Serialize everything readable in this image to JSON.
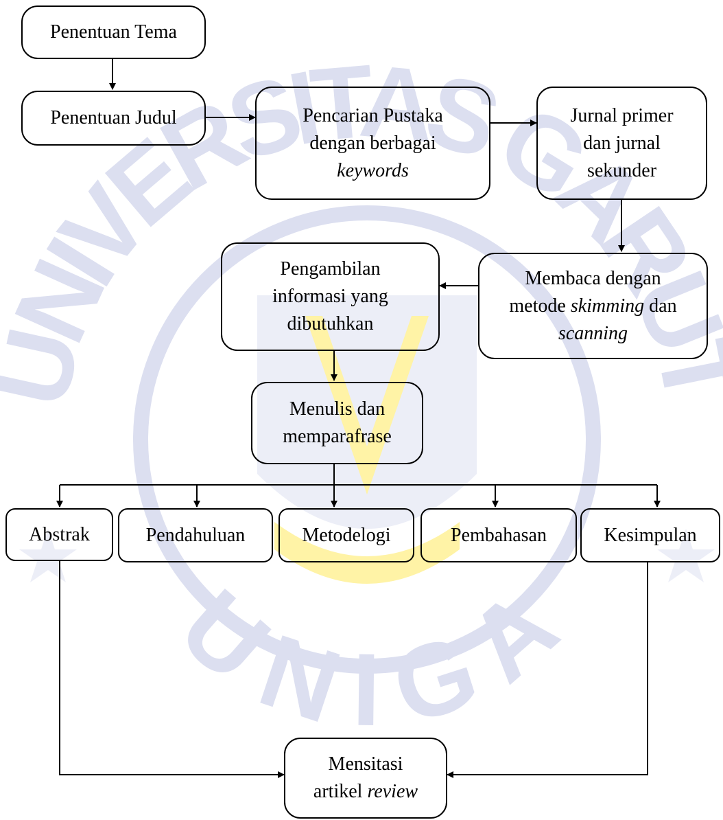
{
  "colors": {
    "watermark_fill": "#dcdff0",
    "watermark_accent": "#fff3a6",
    "stroke": "#000000",
    "text": "#000000"
  },
  "watermark": {
    "icon": "university-seal-icon",
    "top_arc_text": "UNIVERSITAS GARUT",
    "bottom_arc_text": "UNIGA"
  },
  "nodes": {
    "penentuan_tema": {
      "lines": [
        [
          "Penentuan Tema"
        ]
      ]
    },
    "penentuan_judul": {
      "lines": [
        [
          "Penentuan Judul"
        ]
      ]
    },
    "pencarian_pustaka": {
      "lines": [
        [
          "Pencarian Pustaka"
        ],
        [
          "dengan berbagai"
        ],
        [
          "",
          "keywords"
        ]
      ]
    },
    "jurnal": {
      "lines": [
        [
          "Jurnal primer"
        ],
        [
          "dan jurnal"
        ],
        [
          "sekunder"
        ]
      ]
    },
    "membaca": {
      "lines": [
        [
          "Membaca dengan"
        ],
        [
          "metode ",
          "skimming",
          " dan"
        ],
        [
          "",
          "scanning"
        ]
      ]
    },
    "pengambilan": {
      "lines": [
        [
          "Pengambilan"
        ],
        [
          "informasi yang"
        ],
        [
          "dibutuhkan"
        ]
      ]
    },
    "menulis": {
      "lines": [
        [
          "Menulis dan"
        ],
        [
          "memparafrase"
        ]
      ]
    },
    "abstrak": {
      "lines": [
        [
          "Abstrak"
        ]
      ]
    },
    "pendahuluan": {
      "lines": [
        [
          "Pendahuluan"
        ]
      ]
    },
    "metodelogi": {
      "lines": [
        [
          "Metodelogi"
        ]
      ]
    },
    "pembahasan": {
      "lines": [
        [
          "Pembahasan"
        ]
      ]
    },
    "kesimpulan": {
      "lines": [
        [
          "Kesimpulan"
        ]
      ]
    },
    "mensitasi": {
      "lines": [
        [
          "Mensitasi"
        ],
        [
          "artikel ",
          "review"
        ]
      ]
    }
  }
}
